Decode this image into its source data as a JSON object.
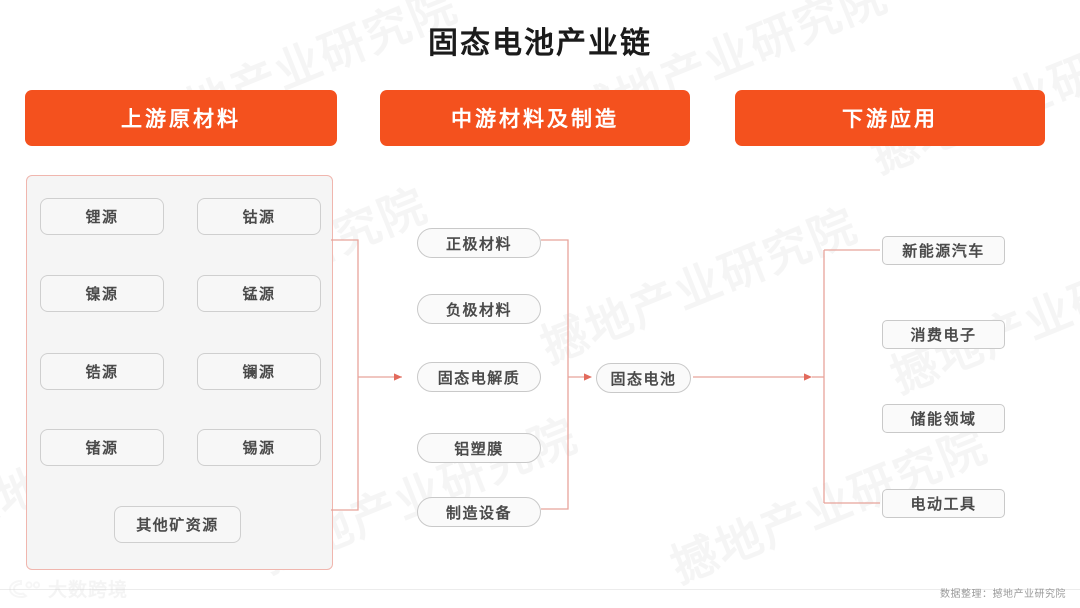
{
  "page": {
    "title": "固态电池产业链",
    "accent_color": "#f4511e",
    "connector_color": "#e8a39b",
    "chip_border_color": "#c9c9c9",
    "background_color": "#ffffff",
    "watermark_text": "撼地产业研究院"
  },
  "banners": {
    "upstream": "上游原材料",
    "midstream": "中游材料及制造",
    "downstream": "下游应用"
  },
  "upstream": {
    "chips": [
      {
        "label": "锂源"
      },
      {
        "label": "钴源"
      },
      {
        "label": "镍源"
      },
      {
        "label": "锰源"
      },
      {
        "label": "锆源"
      },
      {
        "label": "镧源"
      },
      {
        "label": "锗源"
      },
      {
        "label": "锡源"
      }
    ],
    "other": "其他矿资源"
  },
  "midstream": {
    "chips": [
      {
        "label": "正极材料"
      },
      {
        "label": "负极材料"
      },
      {
        "label": "固态电解质"
      },
      {
        "label": "铝塑膜"
      },
      {
        "label": "制造设备"
      }
    ]
  },
  "center": {
    "label": "固态电池"
  },
  "downstream": {
    "chips": [
      {
        "label": "新能源汽车"
      },
      {
        "label": "消费电子"
      },
      {
        "label": "储能领域"
      },
      {
        "label": "电动工具"
      }
    ]
  },
  "footer": {
    "source": "数据整理：撼地产业研究院",
    "logo_text": "大数跨境"
  }
}
